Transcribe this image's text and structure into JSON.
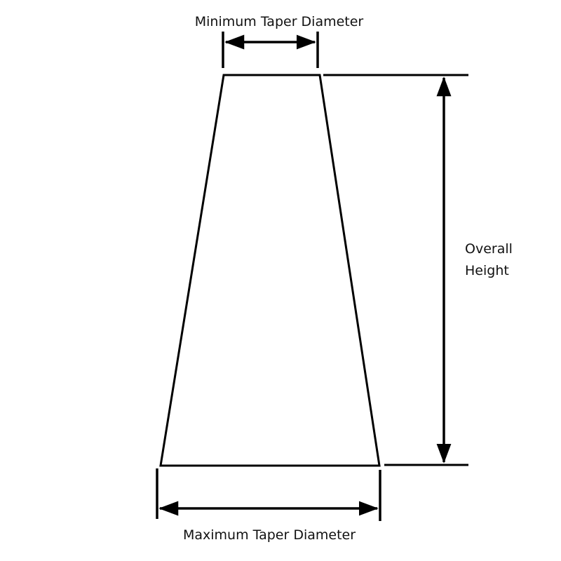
{
  "labels": {
    "min_diameter": "Minimum Taper Diameter",
    "overall_height_line1": "Overall",
    "overall_height_line2": "Height",
    "max_diameter": "Maximum Taper Diameter"
  },
  "colors": {
    "stroke": "#000000",
    "background": "#ffffff"
  }
}
